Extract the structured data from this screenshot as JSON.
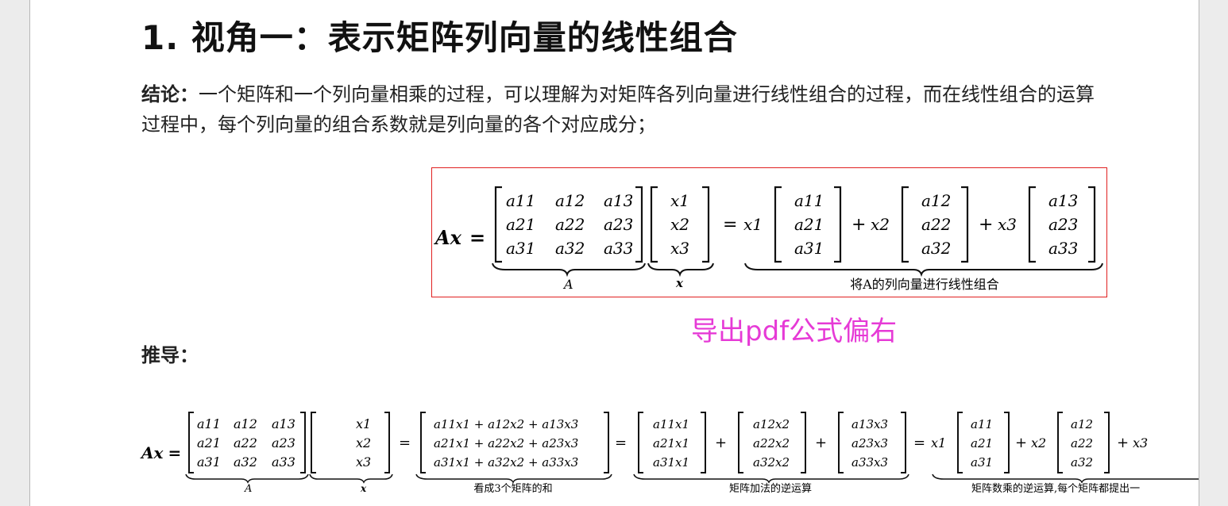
{
  "heading": "1. 视角一：表示矩阵列向量的线性组合",
  "conclusion": {
    "label": "结论：",
    "text": "一个矩阵和一个列向量相乘的过程，可以理解为对矩阵各列向量进行线性组合的过程，而在线性组合的运算过程中，每个列向量的组合系数就是列向量的各个对应成分；"
  },
  "formula1": {
    "lhs": "Ax =",
    "matrix_A": [
      [
        "a11",
        "a12",
        "a13"
      ],
      [
        "a21",
        "a22",
        "a23"
      ],
      [
        "a31",
        "a32",
        "a33"
      ]
    ],
    "vector_x": [
      "x1",
      "x2",
      "x3"
    ],
    "under_A": "A",
    "under_x": "x",
    "columns": [
      [
        "a11",
        "a21",
        "a31"
      ],
      [
        "a12",
        "a22",
        "a32"
      ],
      [
        "a13",
        "a23",
        "a33"
      ]
    ],
    "coefficients": [
      "x1",
      "x2",
      "x3"
    ],
    "under_combo": "将A的列向量进行线性组合"
  },
  "annotation": "导出pdf公式偏右",
  "derivation_label": "推导：",
  "formula2": {
    "lhs": "Ax =",
    "products": [
      "a11x1 + a12x2 + a13x3",
      "a21x1 + a22x2 + a23x3",
      "a31x1 + a32x2 + a33x3"
    ],
    "under_products": "看成3个矩阵的和",
    "split_cols": [
      [
        "a11x1",
        "a21x1",
        "a31x1"
      ],
      [
        "a12x2",
        "a22x2",
        "a32x2"
      ],
      [
        "a13x3",
        "a23x3",
        "a33x3"
      ]
    ],
    "under_split": "矩阵加法的逆运算",
    "under_final": "矩阵数乘的逆运算,每个矩阵都提出一"
  },
  "colors": {
    "box_border": "#e02020",
    "annotation": "#e63ad6",
    "text": "#222222"
  }
}
